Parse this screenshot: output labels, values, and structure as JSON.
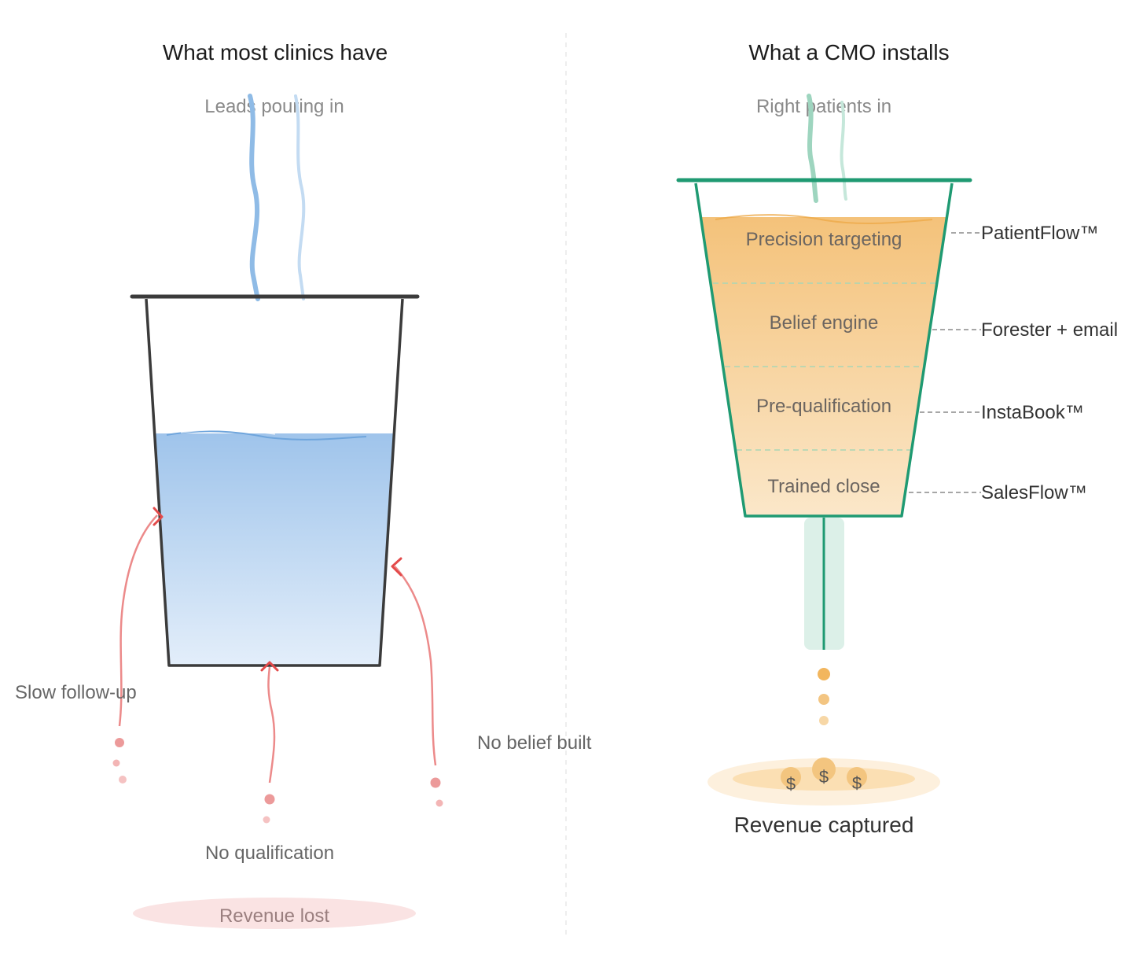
{
  "left": {
    "title": "What most clinics have",
    "input_label": "Leads pouring in",
    "leaks": [
      {
        "label": "Slow follow-up"
      },
      {
        "label": "No qualification"
      },
      {
        "label": "No belief built"
      }
    ],
    "outcome": "Revenue lost",
    "colors": {
      "water": "#a3c7ec",
      "stream": "#8fbbe6",
      "cup": "#3b3b3b",
      "leak": "#e57c7c"
    }
  },
  "right": {
    "title": "What a CMO installs",
    "input_label": "Right patients in",
    "layers": [
      {
        "label": "Precision targeting",
        "tool": "PatientFlow™"
      },
      {
        "label": "Belief engine",
        "tool": "Forester + email"
      },
      {
        "label": "Pre-qualification",
        "tool": "InstaBook™"
      },
      {
        "label": "Trained close",
        "tool": "SalesFlow™"
      }
    ],
    "coin_symbol": "$",
    "outcome": "Revenue captured",
    "colors": {
      "funnel": "#1f9a72",
      "fill_top": "#f4c27a",
      "fill_bottom": "#fbe6c6",
      "coin": "#f3c57f"
    }
  }
}
